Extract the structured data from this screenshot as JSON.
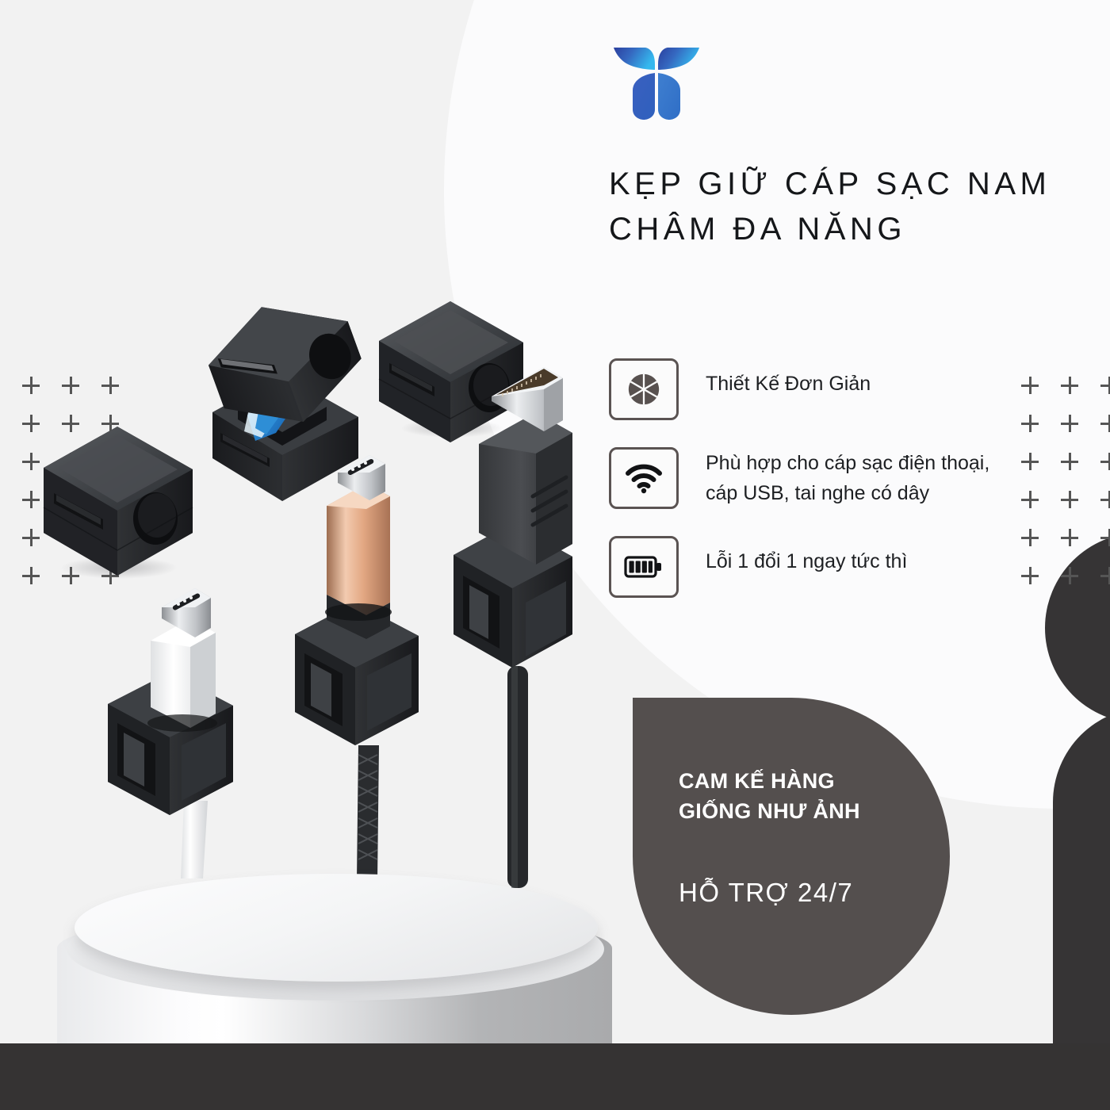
{
  "brand": {
    "logo_icon": "sprout-t-logo",
    "logo_gradient_start": "#2b3f9e",
    "logo_gradient_end": "#35b8ee"
  },
  "header": {
    "title": "KẸP GIỮ CÁP SẠC NAM CHÂM ĐA NĂNG"
  },
  "features": [
    {
      "icon": "aperture-icon",
      "text": "Thiết Kế Đơn Giản"
    },
    {
      "icon": "wifi-icon",
      "text": "Phù hợp cho cáp sạc điện thoại, cáp USB, tai nghe có dây"
    },
    {
      "icon": "battery-full-icon",
      "text": " Lỗi 1 đổi 1 ngay tức thì"
    }
  ],
  "promo": {
    "headline": "CAM KẾ HÀNG GIỐNG NHƯ ẢNH",
    "support": "HỖ TRỢ 24/7",
    "background_color": "#544f4e",
    "text_color": "#ffffff"
  },
  "decor": {
    "plus_grid_left": {
      "columns": 3,
      "rows": 6,
      "color": "#555555"
    },
    "plus_grid_right": {
      "columns": 3,
      "rows": 6,
      "color": "#555555"
    },
    "dark_shape_color": "#363435",
    "bottom_bar_color": "#353333",
    "background_color": "#f2f2f2",
    "arc_color": "#fbfbfc"
  },
  "product": {
    "name": "magnetic-cable-clip",
    "items": [
      {
        "label": "cable-clip-cube-left",
        "state": "closed"
      },
      {
        "label": "cable-clip-open",
        "state": "open-with-magnet"
      },
      {
        "label": "cable-clip-cube-top",
        "state": "closed"
      },
      {
        "label": "cable-clip-with-usbc-white",
        "connector": "usb-c",
        "connector_color": "#ffffff"
      },
      {
        "label": "cable-clip-with-usbc-gold",
        "connector": "usb-c",
        "connector_color": "#e0a882"
      },
      {
        "label": "cable-clip-with-hdmi",
        "connector": "hdmi",
        "connector_color": "#cfd2d5"
      }
    ],
    "podium": "white-cylinder-podium"
  }
}
